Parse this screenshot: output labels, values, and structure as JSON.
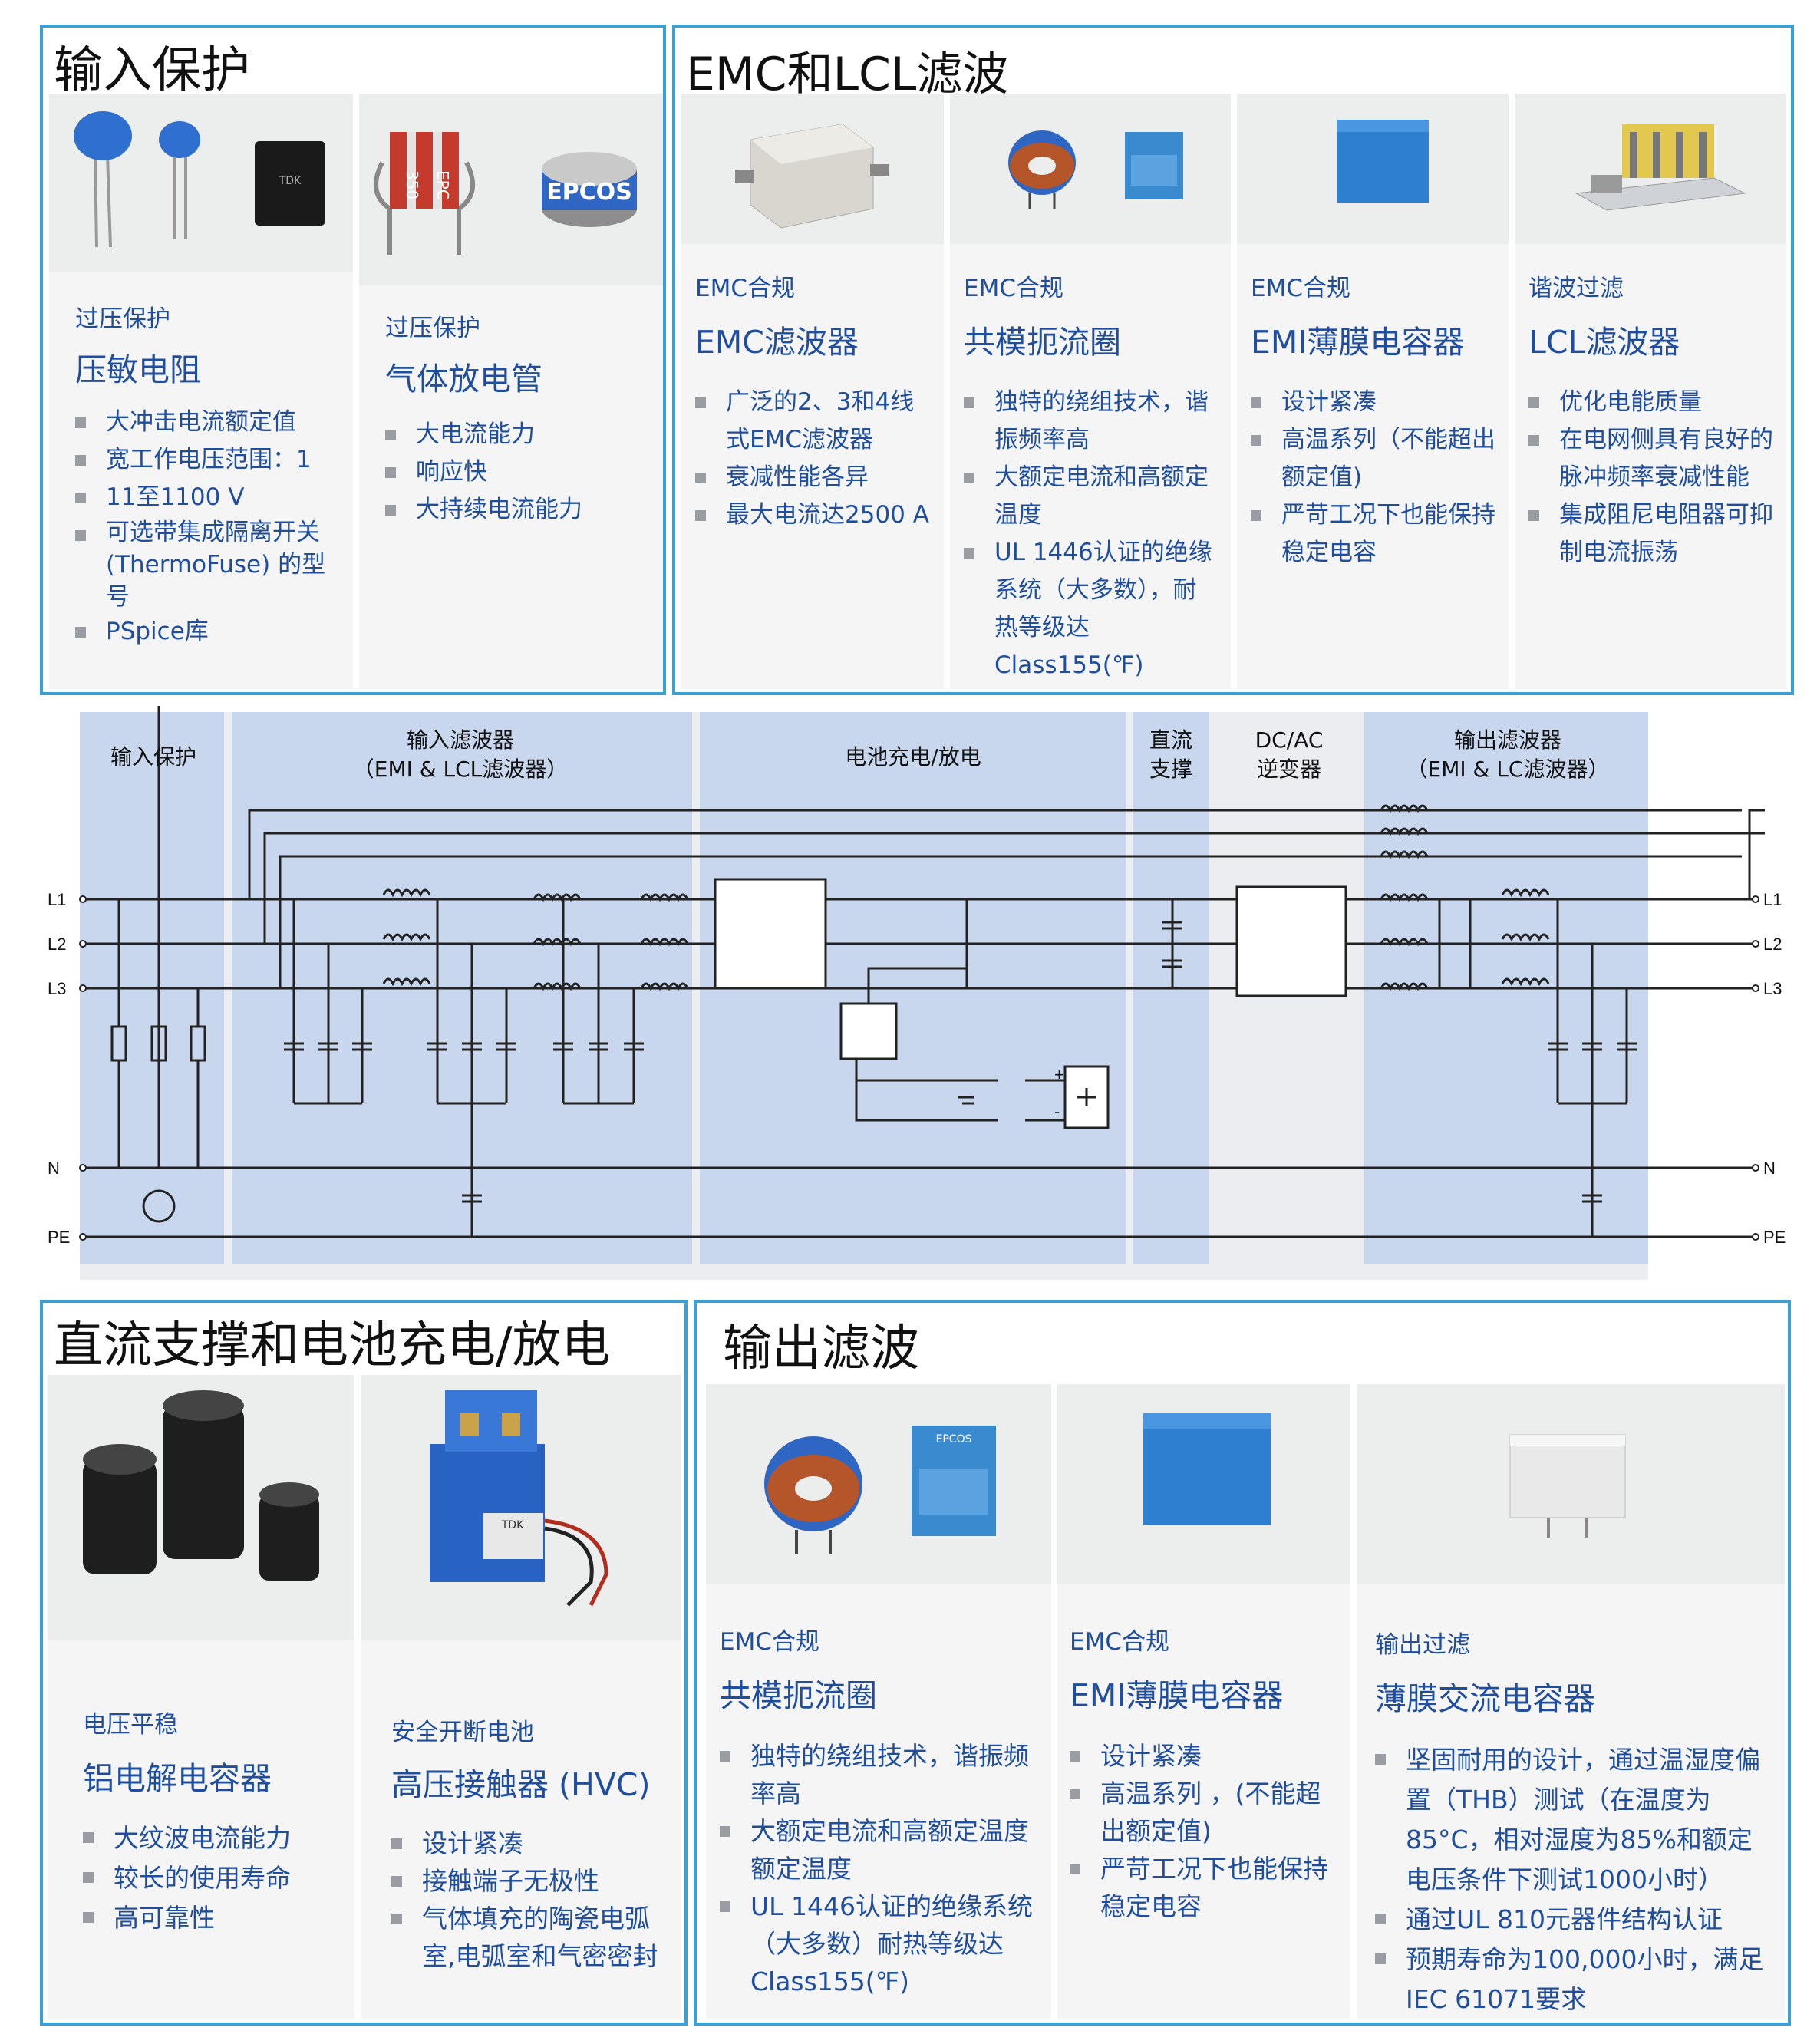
{
  "panels": {
    "input": {
      "title": "输入保护",
      "cards": [
        {
          "category": "过压保护",
          "name": "压敏电阻",
          "bullets": [
            "大冲击电流额定值",
            "宽工作电压范围：1",
            "11至1100 V",
            "可选带集成隔离开关(ThermoFuse) 的型号",
            "PSpice库"
          ]
        },
        {
          "category": "过压保护",
          "name": "气体放电管",
          "bullets": [
            "大电流能力",
            "响应快",
            "大持续电流能力"
          ]
        }
      ]
    },
    "emc": {
      "title": "EMC和LCL滤波",
      "cards": [
        {
          "category": "EMC合规",
          "name": "EMC滤波器",
          "bullets": [
            "广泛的2、3和4线式EMC滤波器",
            "衰减性能各异",
            "最大电流达2500 A"
          ]
        },
        {
          "category": "EMC合规",
          "name": "共模扼流圈",
          "bullets": [
            "独特的绕组技术，谐振频率高",
            "大额定电流和高额定温度",
            "UL 1446认证的绝缘系统（大多数），耐热等级达Class155(℉)"
          ]
        },
        {
          "category": "EMC合规",
          "name": "EMI薄膜电容器",
          "bullets": [
            "设计紧凑",
            "高温系列（不能超出额定值)",
            "严苛工况下也能保持稳定电容"
          ]
        },
        {
          "category": "谐波过滤",
          "name": "LCL滤波器",
          "bullets": [
            "优化电能质量",
            "在电网侧具有良好的脉冲频率衰减性能",
            "集成阻尼电阻器可抑制电流振荡"
          ]
        }
      ]
    },
    "dc": {
      "title": "直流支撑和电池充电/放电",
      "cards": [
        {
          "category": "电压平稳",
          "name": "铝电解电容器",
          "bullets": [
            "大纹波电流能力",
            "较长的使用寿命",
            "高可靠性"
          ]
        },
        {
          "category": "安全开断电池",
          "name": "高压接触器 (HVC)",
          "bullets": [
            "设计紧凑",
            "接触端子无极性",
            "气体填充的陶瓷电弧室,电弧室和气密密封"
          ]
        }
      ]
    },
    "output": {
      "title": "输出滤波",
      "cards": [
        {
          "category": "EMC合规",
          "name": "共模扼流圈",
          "bullets": [
            "独特的绕组技术，谐振频率高",
            "大额定电流和高额定温度额定温度",
            "UL 1446认证的绝缘系统（大多数）耐热等级达Class155(℉)"
          ]
        },
        {
          "category": "EMC合规",
          "name": "EMI薄膜电容器",
          "bullets": [
            "设计紧凑",
            "高温系列 ，(不能超出额定值)",
            "严苛工况下也能保持稳定电容"
          ]
        },
        {
          "category": "输出过滤",
          "name": "薄膜交流电容器",
          "bullets": [
            "坚固耐用的设计，通过温湿度偏置（THB）测试（在温度为85°C，相对湿度为85%和额定电压条件下测试1000小时）",
            "通过UL 810元器件结构认证",
            "预期寿命为100,000小时，满足IEC 61071要求"
          ]
        }
      ]
    }
  },
  "product_labels": {
    "epc": "EPC",
    "epc_number": "350",
    "epcos": "EPCOS",
    "tdk": "TDK"
  },
  "diagram": {
    "sections": {
      "input": "输入保护",
      "input_filter_1": "输入滤波器",
      "input_filter_2": "（EMI & LCL滤波器）",
      "battery": "电池充电/放电",
      "dclink_1": "直流",
      "dclink_2": "支撑",
      "inverter_1": "DC/AC",
      "inverter_2": "逆变器",
      "output_filter_1": "输出滤波器",
      "output_filter_2": "（EMI & LC滤波器）"
    },
    "terminals": [
      "L1",
      "L2",
      "L3",
      "N",
      "PE"
    ],
    "battery_plus": "+",
    "battery_minus": "-"
  },
  "colors": {
    "panel_border": "#3aa0d8",
    "text_blue": "#1f4e9e",
    "band": "#c8d7ee",
    "bullet": "#9a9ca3"
  }
}
